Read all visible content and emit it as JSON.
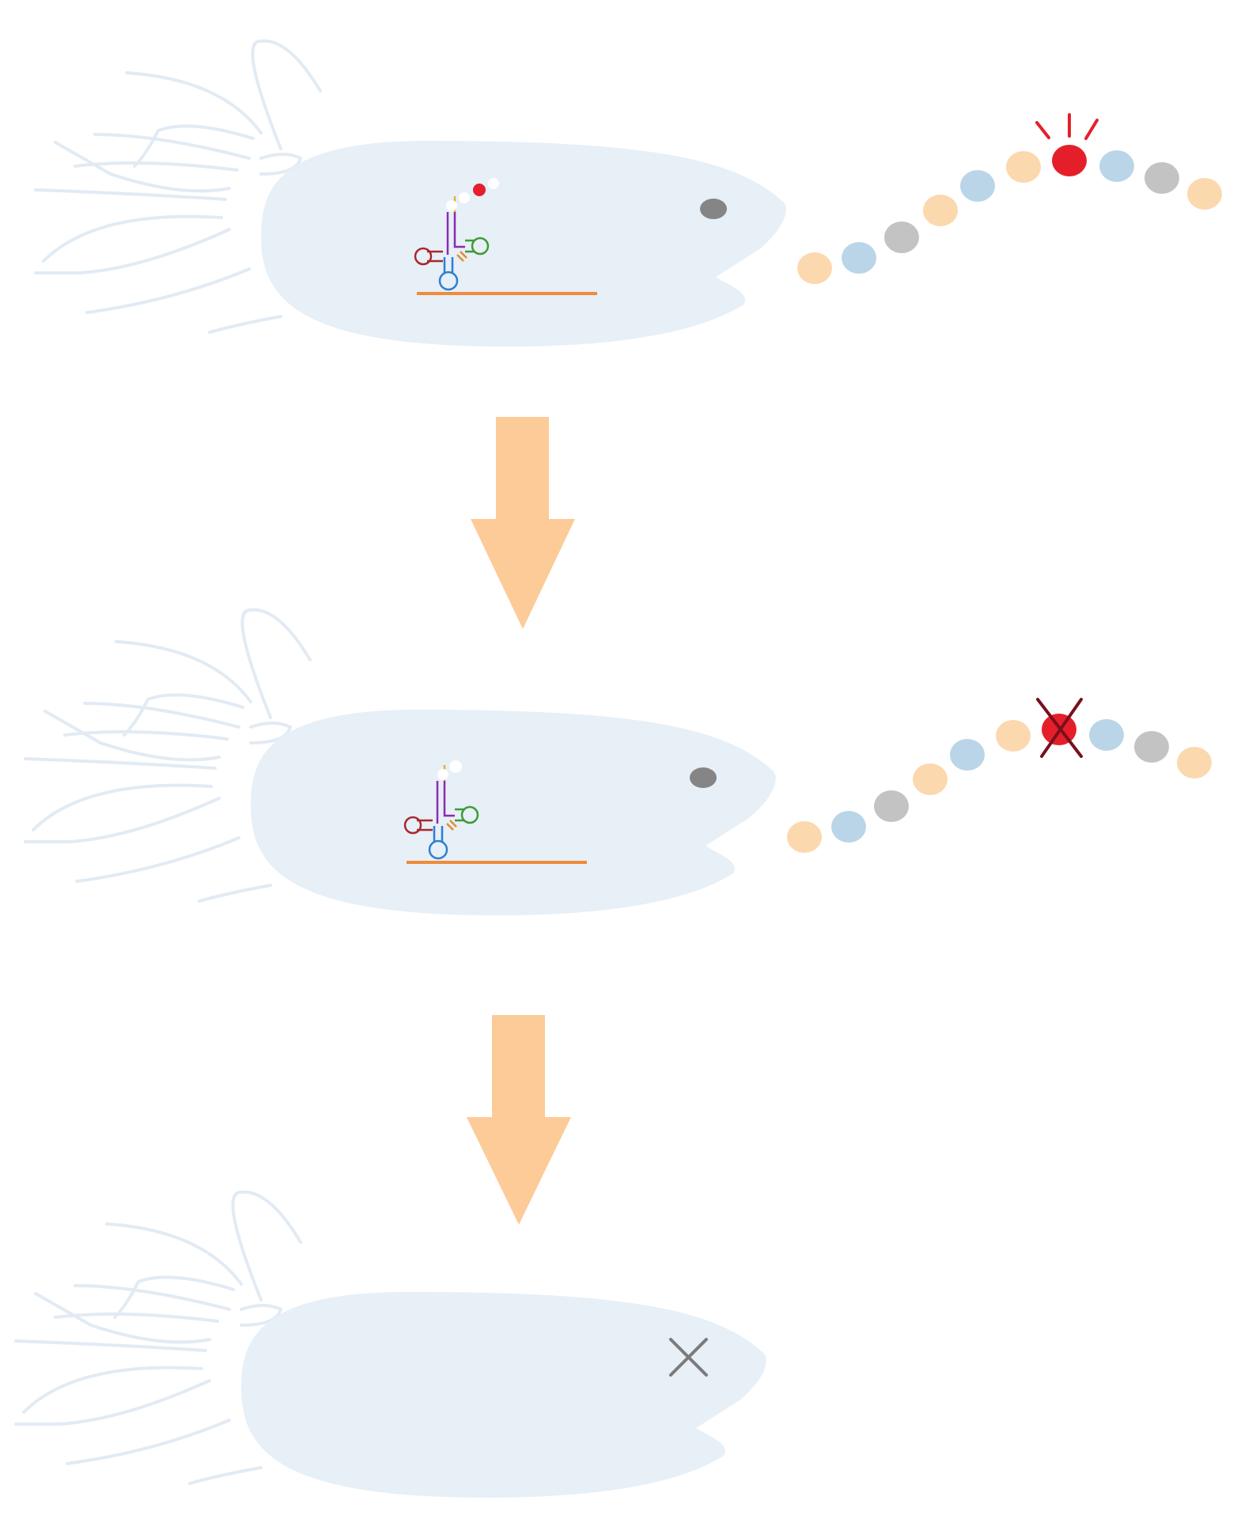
{
  "diagram": {
    "stages": [
      {
        "id": "stage-1",
        "has_eye": true,
        "has_trna": true,
        "trna_red_bead": true,
        "chain_state": "highlighted"
      },
      {
        "id": "stage-2",
        "has_eye": true,
        "has_trna": true,
        "trna_red_bead": false,
        "chain_state": "crossed"
      },
      {
        "id": "stage-3",
        "has_eye": false,
        "has_trna": false,
        "trna_red_bead": false,
        "chain_state": "none"
      }
    ],
    "chain_sequence": [
      "peach",
      "blue",
      "gray",
      "peach",
      "blue",
      "peach",
      "red",
      "blue",
      "gray",
      "peach"
    ],
    "colors": {
      "cell_body": "#e7eff7",
      "flagella": "#e2ebf4",
      "eye": "#858585",
      "dead_eye": "#7b7b7b",
      "arrow": "#fccb98",
      "mrna": "#ef8b3a",
      "bead_peach": "#fcd8ae",
      "bead_blue": "#bad5e8",
      "bead_gray": "#c3c3c3",
      "bead_red": "#e51f2a",
      "cross_dark": "#7a0f1c",
      "trna_purple": "#8a2bb2",
      "trna_green": "#3e9b37",
      "trna_maroon": "#a8282d",
      "trna_blue": "#2f7fcf",
      "trna_orange": "#e78a2d",
      "trna_yellow": "#e6b220"
    },
    "icons": {
      "arrow": "down-arrow-icon",
      "dead_marker": "x-icon",
      "highlight": "burst-rays-icon",
      "broken_residue": "cross-icon"
    }
  }
}
